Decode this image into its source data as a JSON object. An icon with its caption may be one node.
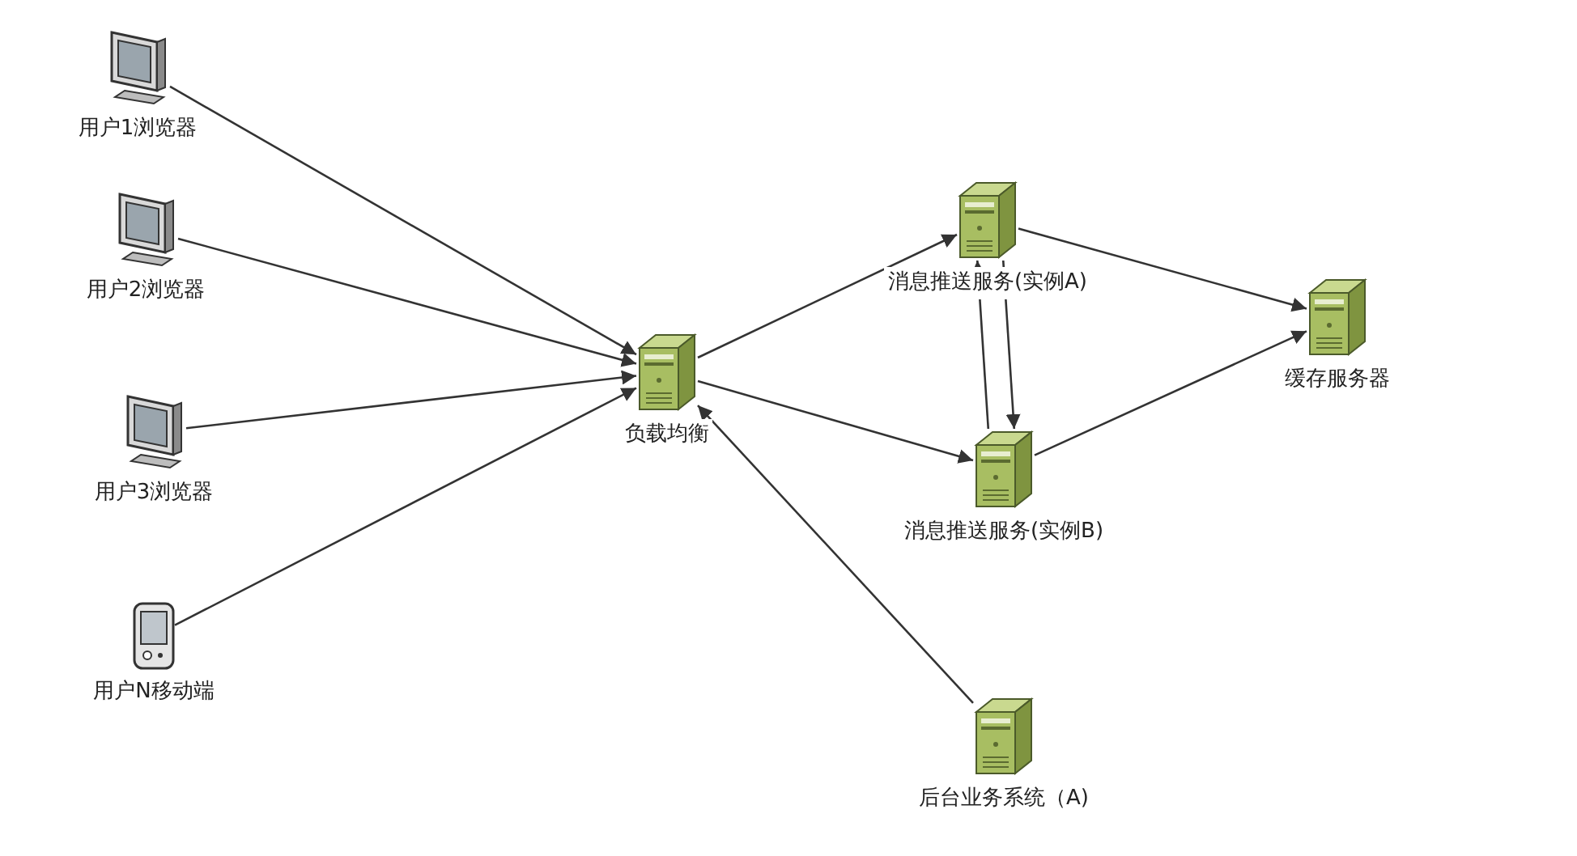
{
  "diagram": {
    "nodes": [
      {
        "text": [
          "用户1浏览器"
        ]
      },
      {
        "text": [
          "用户2浏览器"
        ]
      },
      {
        "text": [
          "用户3浏览器"
        ]
      },
      {
        "text": [
          "用户N移动端"
        ]
      },
      {
        "text": [
          "负载均衡"
        ]
      },
      {
        "text": [
          "消息推送服务(实例A)"
        ]
      },
      {
        "text": [
          "消息推送服务(实例B)"
        ]
      },
      {
        "text": [
          "缓存服务器"
        ]
      },
      {
        "text": [
          "后台业务系统（A)"
        ]
      }
    ],
    "edges": [
      {
        "from": 0,
        "to": 4,
        "arrow": "to"
      },
      {
        "from": 1,
        "to": 4,
        "arrow": "to"
      },
      {
        "from": 2,
        "to": 4,
        "arrow": "to"
      },
      {
        "from": 3,
        "to": 4,
        "arrow": "to"
      },
      {
        "from": 4,
        "to": 5,
        "arrow": "to"
      },
      {
        "from": 4,
        "to": 6,
        "arrow": "to"
      },
      {
        "from": 5,
        "to": 6,
        "arrow": "to"
      },
      {
        "from": 6,
        "to": 5,
        "arrow": "to"
      },
      {
        "from": 5,
        "to": 7,
        "arrow": "to"
      },
      {
        "from": 6,
        "to": 7,
        "arrow": "to"
      },
      {
        "from": 8,
        "to": 4,
        "arrow": "to"
      }
    ]
  }
}
